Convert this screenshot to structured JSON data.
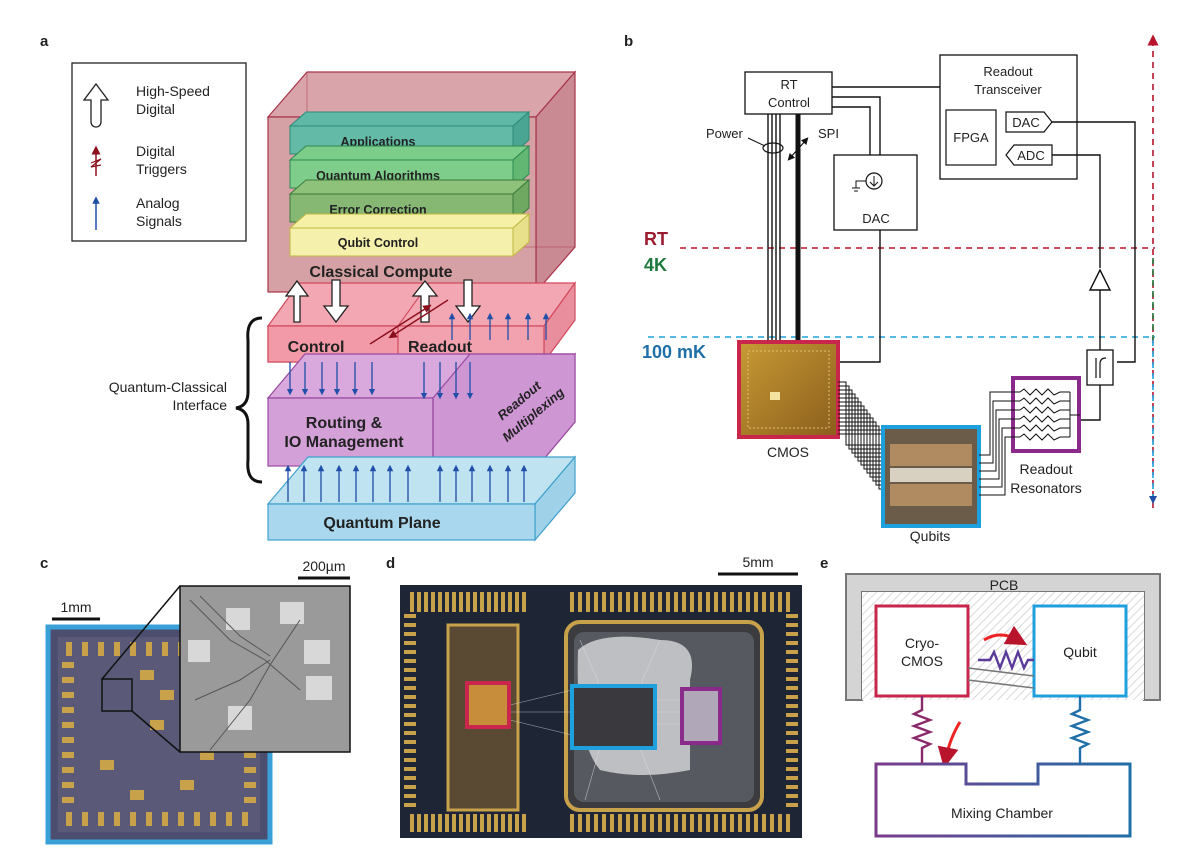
{
  "panel_labels": {
    "a": "a",
    "b": "b",
    "c": "c",
    "d": "d",
    "e": "e"
  },
  "legend": {
    "high_speed_1": "High-Speed",
    "high_speed_2": "Digital",
    "triggers_1": "Digital",
    "triggers_2": "Triggers",
    "analog_1": "Analog",
    "analog_2": "Signals"
  },
  "stack": {
    "applications": "Applications",
    "quantum_algorithms": "Quantum Algorithms",
    "error_correction": "Error Correction",
    "qubit_control": "Qubit Control",
    "classical_compute": "Classical Compute",
    "control": "Control",
    "readout": "Readout",
    "routing_1": "Routing &",
    "routing_2": "IO Management",
    "mux_1": "Readout",
    "mux_2": "Multiplexing",
    "quantum_plane": "Quantum Plane",
    "interface_1": "Quantum-Classical",
    "interface_2": "Interface"
  },
  "schematic": {
    "rt_control_1": "RT",
    "rt_control_2": "Control",
    "readout_tx_1": "Readout",
    "readout_tx_2": "Transceiver",
    "fpga": "FPGA",
    "dac_tx": "DAC",
    "adc": "ADC",
    "power": "Power",
    "spi": "SPI",
    "dac": "DAC",
    "rt": "RT",
    "fourk": "4K",
    "mk": "100 mK",
    "cmos": "CMOS",
    "qubits": "Qubits",
    "resonators_1": "Readout",
    "resonators_2": "Resonators"
  },
  "micrograph": {
    "scale_small": "200µm",
    "scale_large": "1mm"
  },
  "package": {
    "scale": "5mm"
  },
  "thermal": {
    "pcb": "PCB",
    "cryo_1": "Cryo-",
    "cryo_2": "CMOS",
    "qubit": "Qubit",
    "mixing": "Mixing Chamber"
  },
  "colors": {
    "rt": "#9b1b30",
    "fourk": "#1e7a3c",
    "mk": "#1f6fa8",
    "cmos_border": "#c8264b",
    "qubit_border": "#1ea0dc",
    "resonator_border": "#8a2a8a"
  }
}
